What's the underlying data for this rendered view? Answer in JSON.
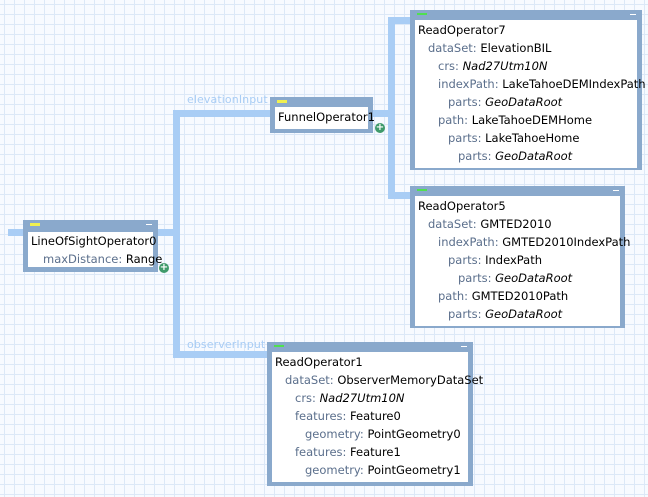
{
  "colors": {
    "wire": "#a9cdf5",
    "node_frame": "#8aa9cc",
    "grip_yellow": "#f0f050",
    "grip_green": "#50e050",
    "key_text": "#5b6f8c",
    "add_button": "#3f9a6b"
  },
  "wires": {
    "elevation_label": "elevationInput",
    "observer_label": "observerInput"
  },
  "nodes": {
    "line_of_sight": {
      "title": "LineOfSightOperator0",
      "grip": "yellow",
      "props": [
        {
          "key": "maxDistance:",
          "value": "Range",
          "italic": false
        }
      ]
    },
    "funnel": {
      "title": "FunnelOperator1",
      "grip": "yellow",
      "props": []
    },
    "read7": {
      "title": "ReadOperator7",
      "grip": "green",
      "props": [
        {
          "key": "dataSet:",
          "value": "ElevationBIL",
          "italic": false
        },
        {
          "key": "crs:",
          "value": "Nad27Utm10N",
          "italic": true
        },
        {
          "key": "indexPath:",
          "value": "LakeTahoeDEMIndexPath",
          "italic": false
        },
        {
          "key": "parts:",
          "value": "GeoDataRoot",
          "italic": true
        },
        {
          "key": "path:",
          "value": "LakeTahoeDEMHome",
          "italic": false
        },
        {
          "key": "parts:",
          "value": "LakeTahoeHome",
          "italic": false
        },
        {
          "key": "parts:",
          "value": "GeoDataRoot",
          "italic": true
        }
      ]
    },
    "read5": {
      "title": "ReadOperator5",
      "grip": "green",
      "props": [
        {
          "key": "dataSet:",
          "value": "GMTED2010",
          "italic": false
        },
        {
          "key": "indexPath:",
          "value": "GMTED2010IndexPath",
          "italic": false
        },
        {
          "key": "parts:",
          "value": "IndexPath",
          "italic": false
        },
        {
          "key": "parts:",
          "value": "GeoDataRoot",
          "italic": true
        },
        {
          "key": "path:",
          "value": "GMTED2010Path",
          "italic": false
        },
        {
          "key": "parts:",
          "value": "GeoDataRoot",
          "italic": true
        }
      ]
    },
    "read1": {
      "title": "ReadOperator1",
      "grip": "green",
      "props": [
        {
          "key": "dataSet:",
          "value": "ObserverMemoryDataSet",
          "italic": false
        },
        {
          "key": "crs:",
          "value": "Nad27Utm10N",
          "italic": true
        },
        {
          "key": "features:",
          "value": "Feature0",
          "italic": false
        },
        {
          "key": "geometry:",
          "value": "PointGeometry0",
          "italic": false
        },
        {
          "key": "features:",
          "value": "Feature1",
          "italic": false
        },
        {
          "key": "geometry:",
          "value": "PointGeometry1",
          "italic": false
        }
      ]
    }
  },
  "add_icon_glyph": "+"
}
